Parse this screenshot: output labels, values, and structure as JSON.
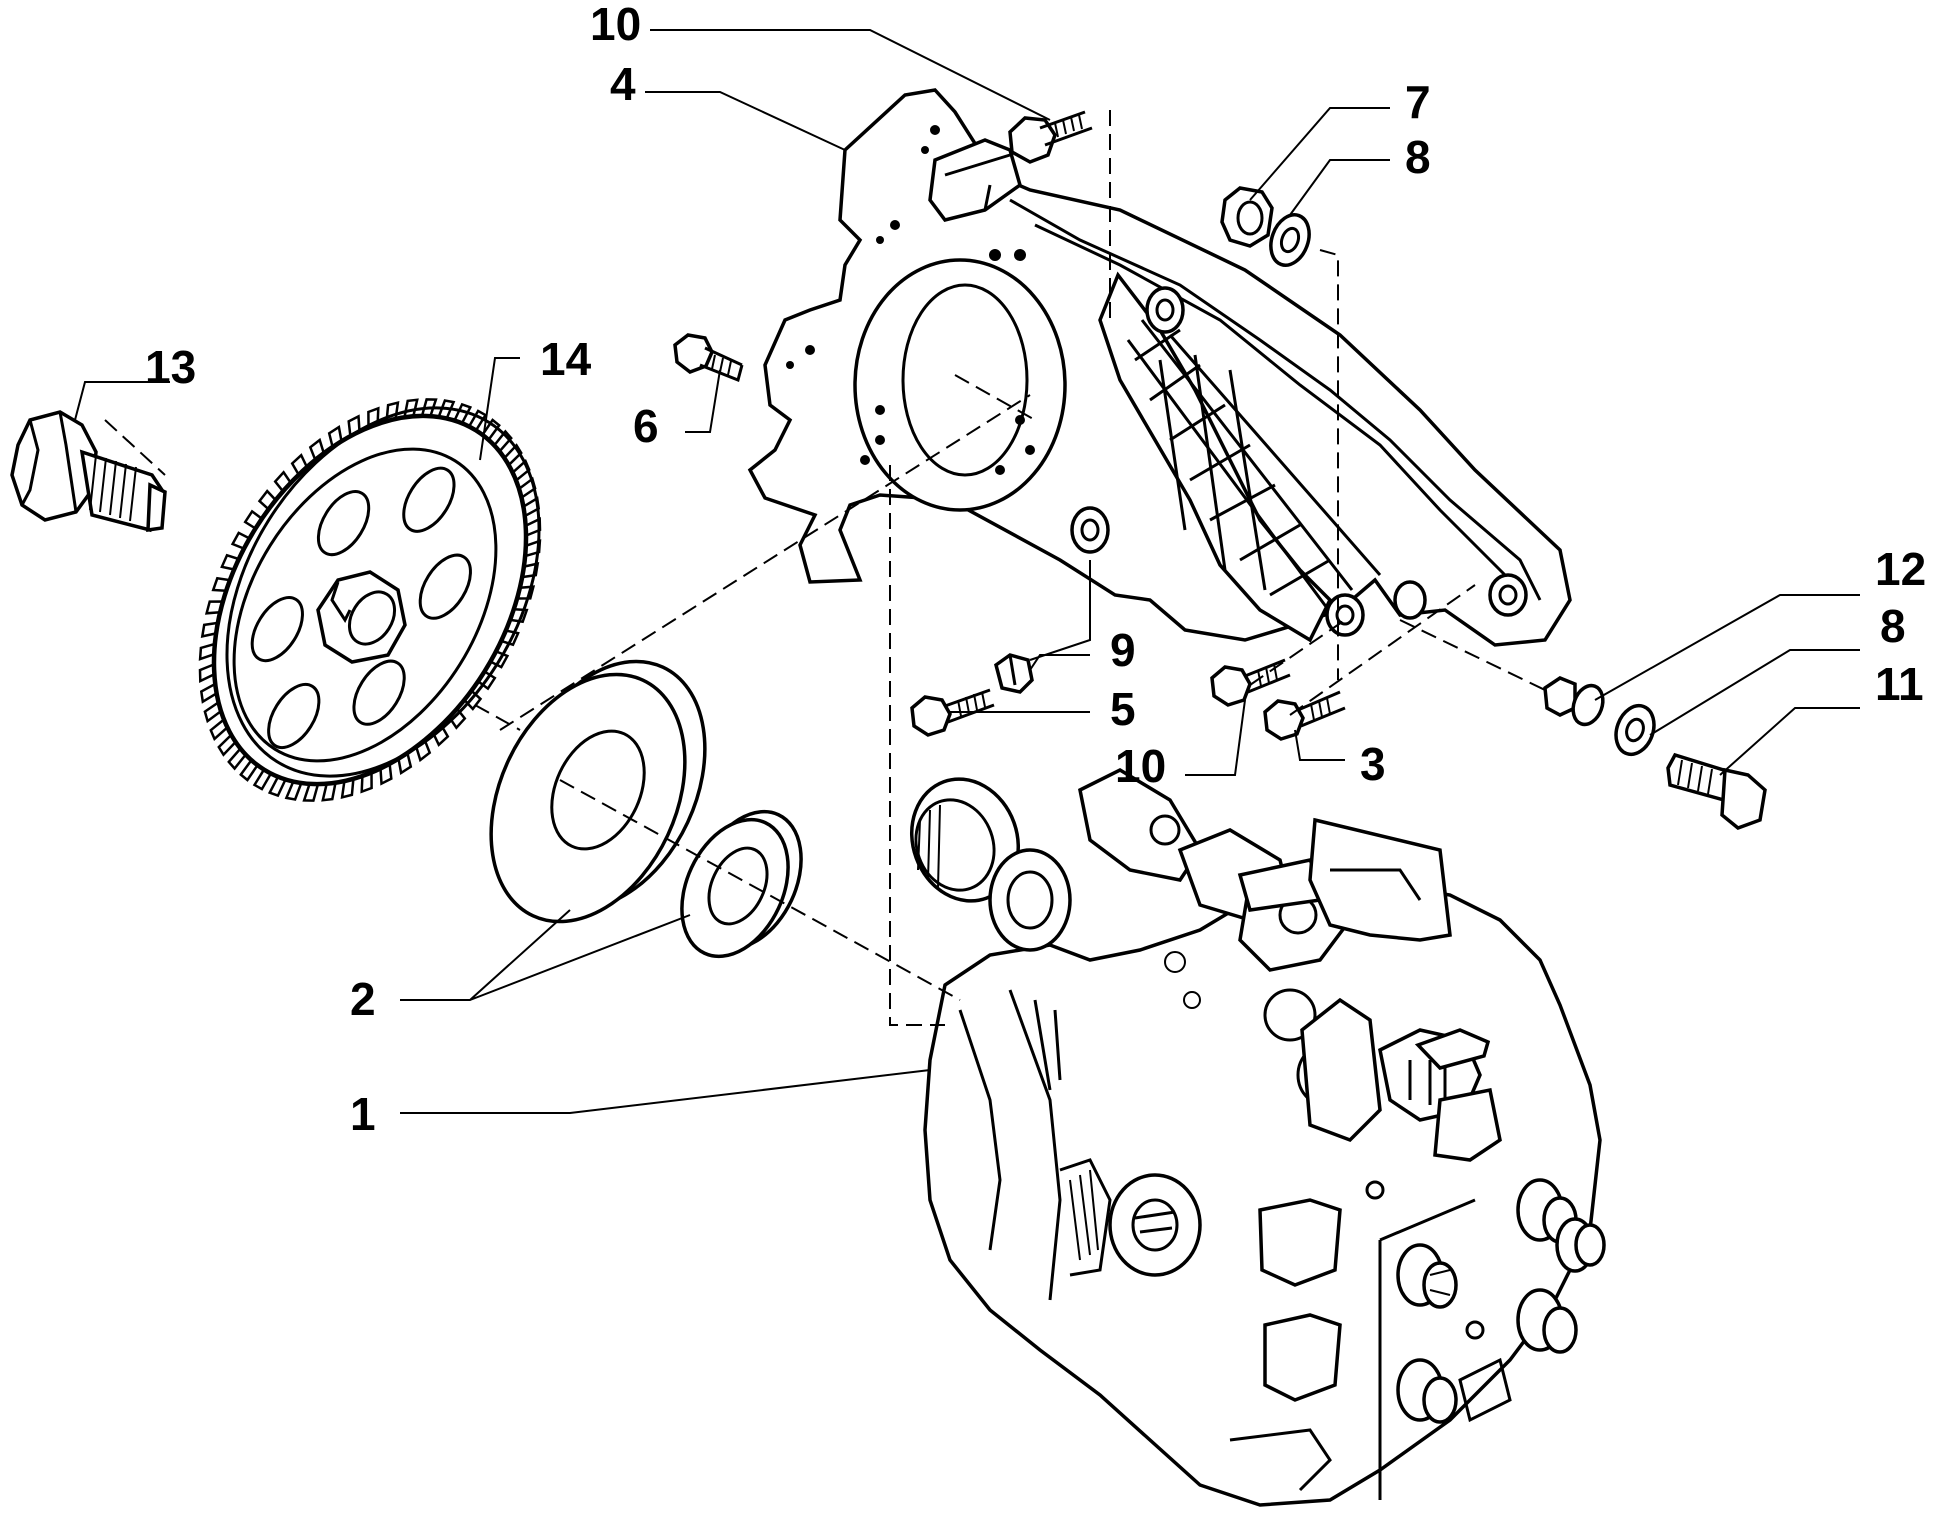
{
  "diagram": {
    "callouts": [
      {
        "id": "c10a",
        "label": "10",
        "part": "flange-bolt-upper"
      },
      {
        "id": "c4",
        "label": "4",
        "part": "pump-support-bracket"
      },
      {
        "id": "c7",
        "label": "7",
        "part": "hex-nut"
      },
      {
        "id": "c8a",
        "label": "8",
        "part": "washer-upper"
      },
      {
        "id": "c13",
        "label": "13",
        "part": "gear-bolt"
      },
      {
        "id": "c14",
        "label": "14",
        "part": "drive-gear"
      },
      {
        "id": "c6",
        "label": "6",
        "part": "bracket-bolt"
      },
      {
        "id": "c9",
        "label": "9",
        "part": "spacer"
      },
      {
        "id": "c5",
        "label": "5",
        "part": "flange-bolt-lower"
      },
      {
        "id": "c10b",
        "label": "10",
        "part": "flange-bolt-mid"
      },
      {
        "id": "c3",
        "label": "3",
        "part": "flange-bolt-right"
      },
      {
        "id": "c12",
        "label": "12",
        "part": "collar-nut"
      },
      {
        "id": "c8b",
        "label": "8",
        "part": "washer-lower"
      },
      {
        "id": "c11",
        "label": "11",
        "part": "hex-bolt"
      },
      {
        "id": "c2",
        "label": "2",
        "part": "hub-and-seal"
      },
      {
        "id": "c1",
        "label": "1",
        "part": "injection-pump"
      }
    ]
  }
}
